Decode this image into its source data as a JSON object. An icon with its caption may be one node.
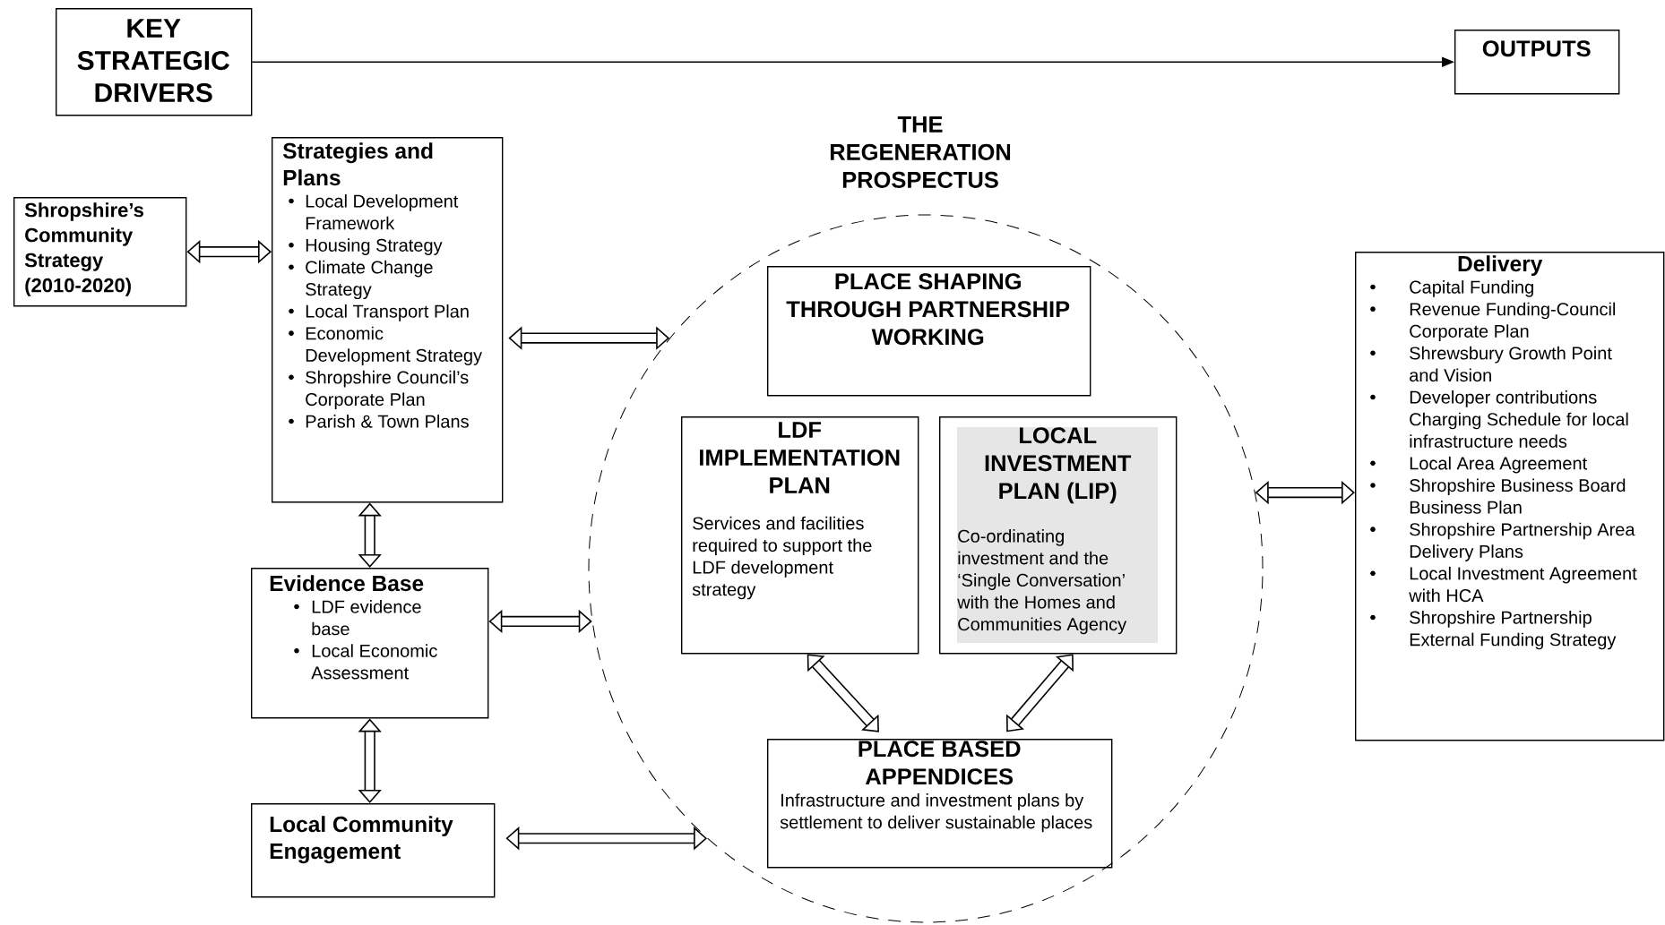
{
  "diagram": {
    "nodes": [
      {
        "text": [
          "KEY STRATEGIC DRIVERS"
        ]
      },
      {
        "text": [
          "OUTPUTS"
        ]
      },
      {
        "text": [
          "Shropshire’s Community Strategy (2010-2020)"
        ]
      },
      {
        "text": [
          "Strategies and Plans",
          "Local Development Framework",
          "Housing Strategy",
          "Climate Change Strategy",
          "Local Transport Plan",
          "Economic Development Strategy",
          "Shropshire Council’s Corporate Plan",
          "Parish & Town Plans"
        ]
      },
      {
        "text": [
          "Evidence Base",
          "LDF evidence base",
          "Local Economic Assessment"
        ]
      },
      {
        "text": [
          "Local Community Engagement"
        ]
      },
      {
        "text": [
          "THE REGENERATION PROSPECTUS"
        ]
      },
      {
        "text": [
          "PLACE SHAPING THROUGH PARTNERSHIP WORKING"
        ],
        "in": 6
      },
      {
        "text": [
          "LDF IMPLEMENTATION PLAN",
          "Services and facilities required to support the LDF development strategy"
        ],
        "in": 6
      },
      {
        "text": [
          "LOCAL INVESTMENT PLAN (LIP)",
          "Co-ordinating investment and the ‘Single Conversation’ with the Homes and Communities Agency"
        ],
        "in": 6
      },
      {
        "text": [
          "PLACE BASED APPENDICES",
          "Infrastructure and investment plans by settlement to deliver sustainable places"
        ],
        "in": 6
      },
      {
        "text": [
          "Delivery",
          "Capital Funding",
          "Revenue Funding-Council Corporate Plan",
          "Shrewsbury Growth Point and Vision",
          "Developer contributions Charging Schedule for local infrastructure needs",
          "Local Area Agreement",
          "Shropshire Business Board Business Plan",
          "Shropshire Partnership Area Delivery Plans",
          "Local Investment Agreement with HCA",
          "Shropshire Partnership External Funding Strategy"
        ]
      }
    ],
    "edges": [
      {
        "from": 0,
        "to": 1,
        "arrow": "to"
      },
      {
        "from": 2,
        "to": 3,
        "arrow": "both"
      },
      {
        "from": 3,
        "to": 6,
        "arrow": "both"
      },
      {
        "from": 3,
        "to": 4,
        "arrow": "both"
      },
      {
        "from": 4,
        "to": 6,
        "arrow": "both"
      },
      {
        "from": 4,
        "to": 5,
        "arrow": "both"
      },
      {
        "from": 5,
        "to": 6,
        "arrow": "both"
      },
      {
        "from": 6,
        "to": 11,
        "arrow": "both"
      },
      {
        "from": 8,
        "to": 10,
        "arrow": "both"
      },
      {
        "from": 9,
        "to": 10,
        "arrow": "both"
      }
    ]
  }
}
